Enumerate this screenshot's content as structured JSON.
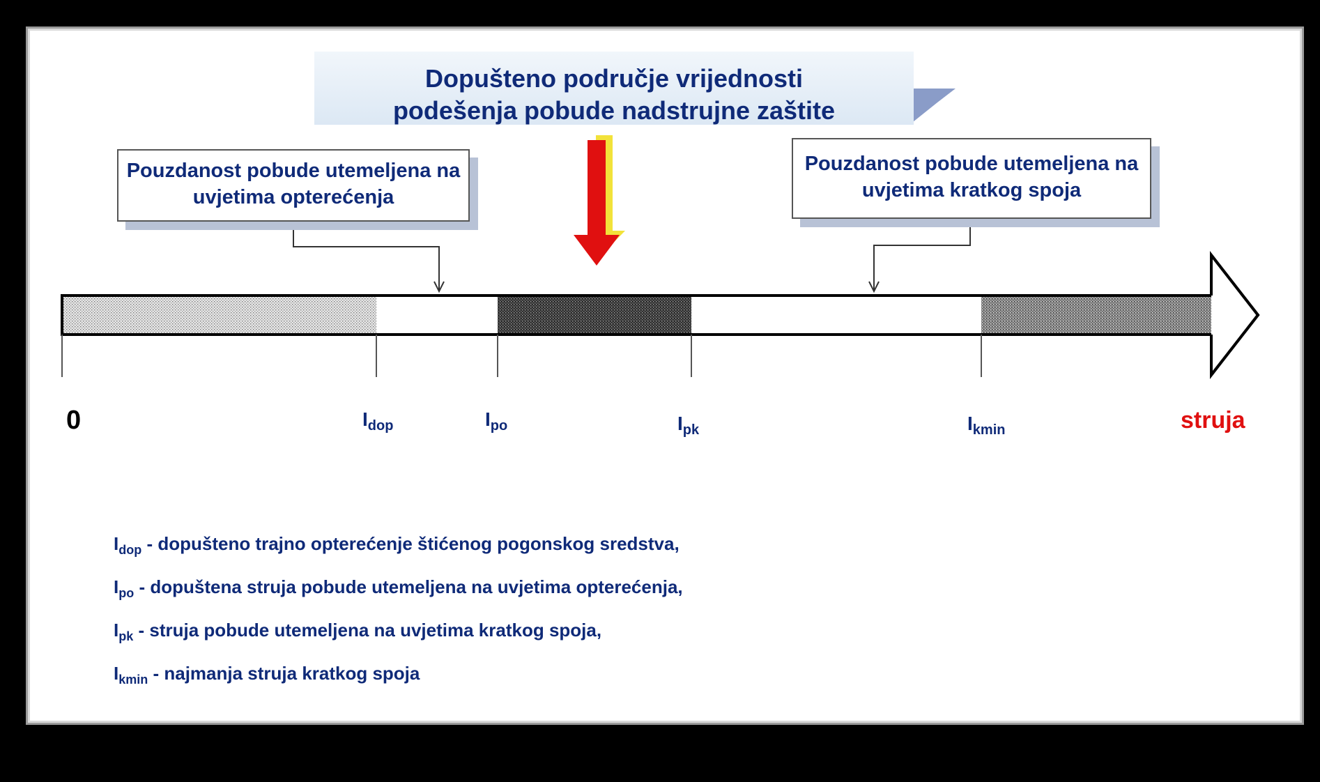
{
  "title": {
    "line1": "Dopušteno područje vrijednosti",
    "line2": "podešenja pobude nadstrujne zaštite"
  },
  "callout_left": {
    "line1": "Pouzdanost pobude utemeljena na",
    "line2": "uvjetima opterećenja"
  },
  "callout_right": {
    "line1": "Pouzdanost pobude utemeljena na",
    "line2": "uvjetima kratkog spoja"
  },
  "axis": {
    "origin_label": "0",
    "end_label": "struja",
    "end_label_color": "#e01010"
  },
  "ticks": [
    {
      "main": "I",
      "sub": "dop"
    },
    {
      "main": "I",
      "sub": "po"
    },
    {
      "main": "I",
      "sub": "pk"
    },
    {
      "main": "I",
      "sub": "kmin"
    }
  ],
  "legend": [
    {
      "main": "I",
      "sub": "dop",
      "text": " - dopušteno trajno opterećenje štićenog pogonskog sredstva,"
    },
    {
      "main": "I",
      "sub": "po",
      "text": "  - dopuštena struja pobude utemeljena na uvjetima opterećenja,"
    },
    {
      "main": "I",
      "sub": "pk",
      "text": "  - struja pobude utemeljena na uvjetima kratkog spoja,"
    },
    {
      "main": "I",
      "sub": "kmin",
      "text": " - najmanja struja kratkog spoja"
    }
  ],
  "colors": {
    "text_blue": "#0f2a78",
    "arrow_red": "#e01010",
    "arrow_shadow": "#f2e23a"
  }
}
